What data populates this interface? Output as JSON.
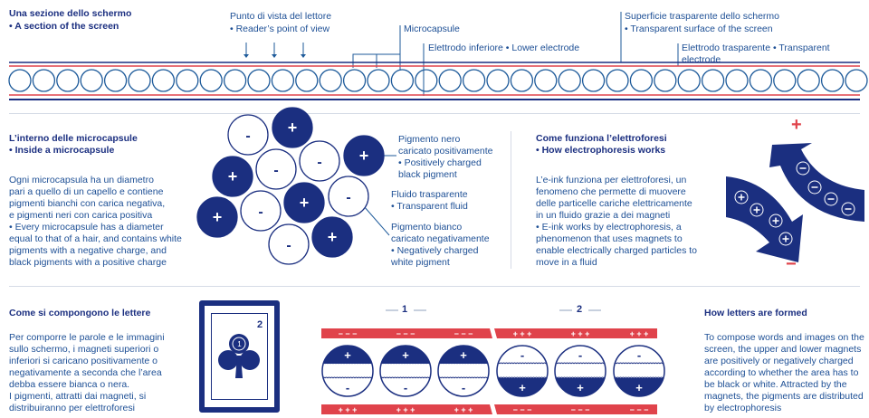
{
  "section_screen": {
    "title_it": "Una sezione dello schermo",
    "title_en": "• A section of the screen",
    "reader_it": "Punto di vista del lettore",
    "reader_en": "• Reader’s point of view",
    "microcapsule": "Microcapsule",
    "lower_electrode": "Elettrodo inferiore • Lower electrode",
    "surface_it": "Superficie trasparente dello schermo",
    "surface_en": "• Transparent surface of the screen",
    "transparent_electrode": "Elettrodo trasparente • Transparent electrode"
  },
  "inside": {
    "title_it": "L’interno delle microcapsule",
    "title_en": "• Inside a microcapsule",
    "body": [
      "Ogni microcapsula ha un diametro",
      "pari a quello di un capello e contiene",
      "pigmenti bianchi con carica negativa,",
      "e pigmenti neri con carica positiva",
      "• Every microcapsule has a diameter",
      "equal to that of a hair, and contains white",
      "pigments with a negative charge, and",
      "black pigments with a positive charge"
    ],
    "black_label": [
      "Pigmento nero",
      "caricato positivamente",
      "• Positively charged",
      "black pigment"
    ],
    "fluid_label": [
      "Fluido trasparente",
      "• Transparent fluid"
    ],
    "white_label": [
      "Pigmento bianco",
      "caricato negativamente",
      "• Negatively charged",
      "white pigment"
    ],
    "plus": "+",
    "minus": "-"
  },
  "electro": {
    "title_it": "Come funziona l’elettroforesi",
    "title_en": "• How electrophoresis works",
    "body": [
      "L’e-ink funziona per elettroforesi, un",
      "fenomeno che permette di muovere",
      "delle particelle cariche elettricamente",
      "in un fluido grazie a dei magneti",
      "• E-ink works by electrophoresis, a",
      "phenomenon that uses magnets to",
      "enable electrically charged particles to",
      "move in a fluid"
    ],
    "plus": "+",
    "minus": "−"
  },
  "letters": {
    "title_it": "Come si compongono le lettere",
    "body_it": [
      "Per comporre le parole e le immagini",
      "sullo schermo, i magneti superiori o",
      "inferiori si caricano positivamente o",
      "negativamente a seconda che l’area",
      "debba essere bianca o nera.",
      "I pigmenti, attratti dai magneti, si",
      "distribuiranno per elettroforesi"
    ],
    "title_en": "How letters are formed",
    "body_en": [
      "To compose words and images on the",
      "screen, the upper and lower magnets",
      "are positively or negatively charged",
      "according to whether the area has to",
      "be black or white. Attracted by the",
      "magnets, the pigments are distributed",
      "by electrophoresis"
    ],
    "card_number_1": "1",
    "card_number_2": "2",
    "step1": "1",
    "step2": "2",
    "minus3": "− − −",
    "plus3": "+ + +",
    "plus": "+",
    "minus": "-"
  },
  "colors": {
    "navy": "#1b2f80",
    "red": "#e0434b",
    "blue_text": "#1d4f95",
    "line": "#1d5a9a"
  }
}
